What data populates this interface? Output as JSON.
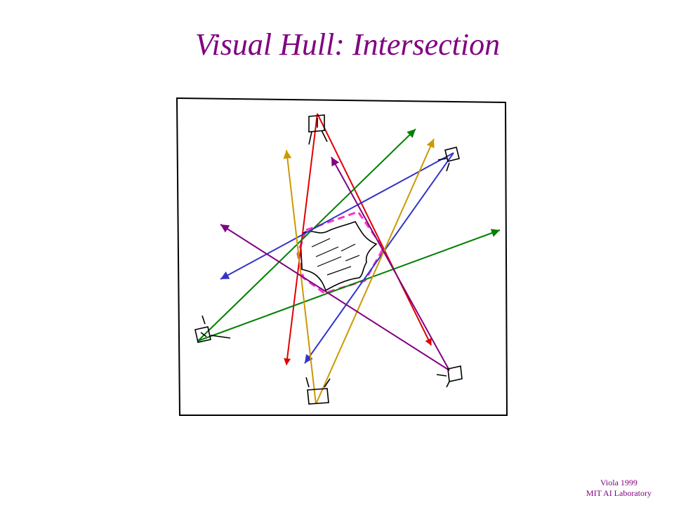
{
  "slide": {
    "title": "Visual Hull: Intersection",
    "footer": {
      "line1": "Viola 1999",
      "line2": "MIT AI Laboratory"
    }
  },
  "diagram": {
    "cameras": [
      "camera-top",
      "camera-top-right",
      "camera-left",
      "camera-bottom",
      "camera-bottom-right"
    ],
    "colors": {
      "red": "#e00000",
      "green": "#008000",
      "blue": "#3333cc",
      "gold": "#cc9900",
      "purple": "#800080",
      "hull": "#ff33cc",
      "ink": "#000000",
      "title": "#800080"
    }
  }
}
